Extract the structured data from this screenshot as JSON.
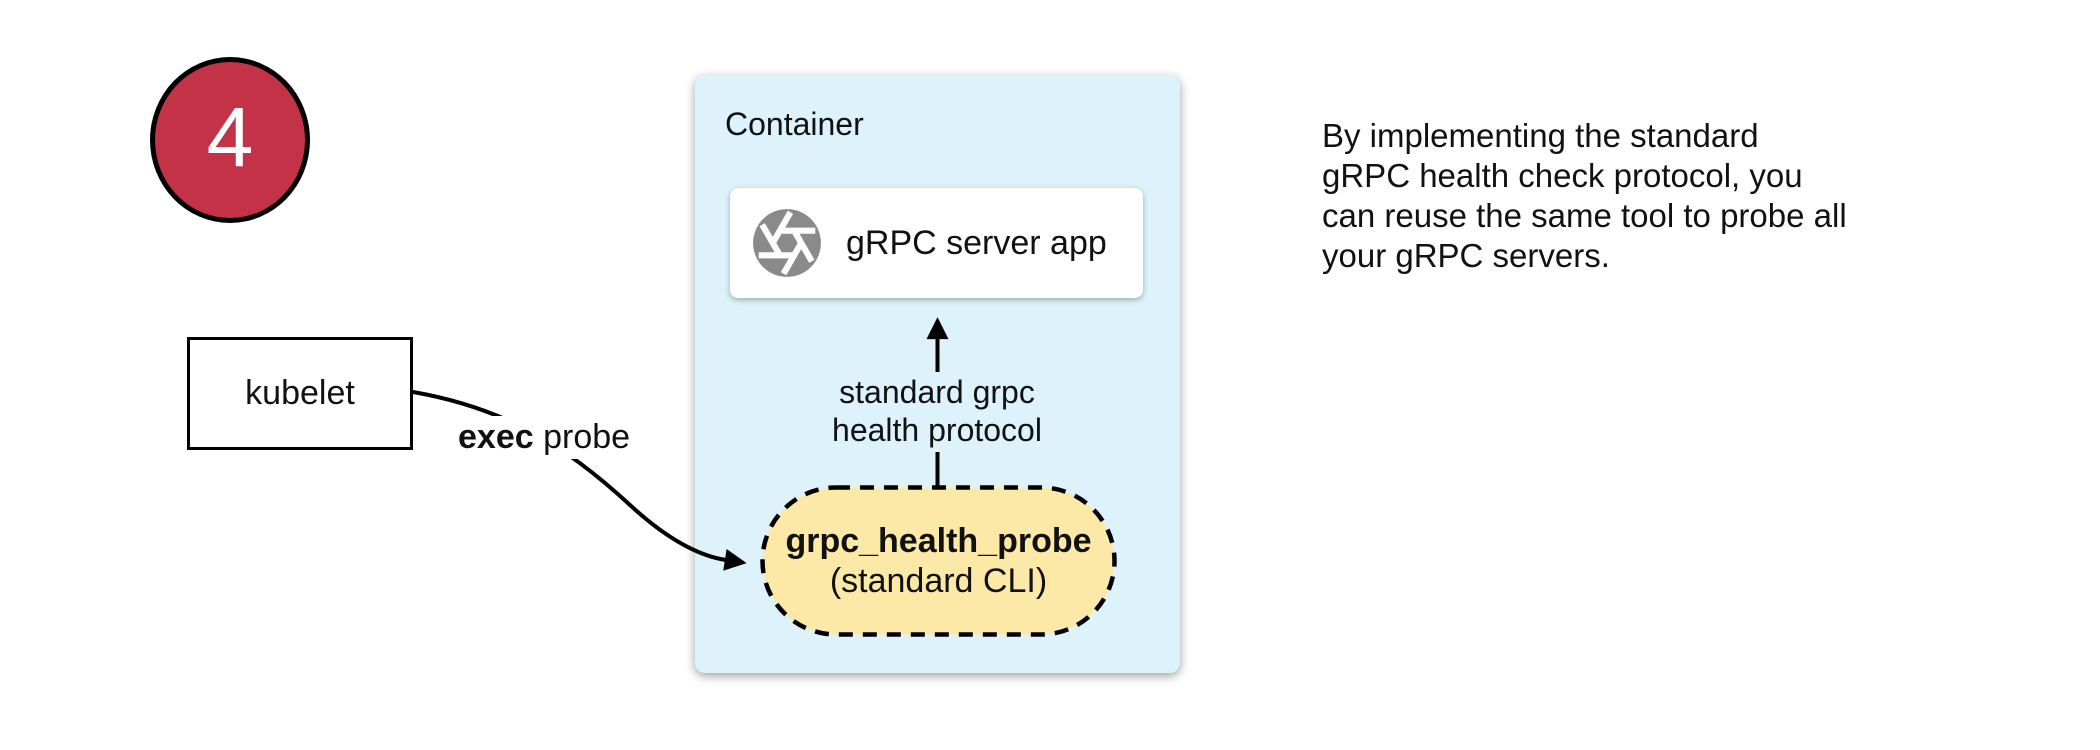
{
  "badge": {
    "number": "4"
  },
  "kubelet": {
    "label": "kubelet"
  },
  "container": {
    "label": "Container",
    "server_app": {
      "label": "gRPC server app",
      "icon": "grpc-aperture-icon"
    },
    "probe": {
      "title": "grpc_health_probe",
      "subtitle": "(standard CLI)"
    }
  },
  "arrows": {
    "exec_probe": {
      "bold": "exec",
      "rest": " probe"
    },
    "health_protocol": {
      "label": "standard grpc\nhealth protocol"
    }
  },
  "note": {
    "text": "By implementing the standard\ngRPC health check protocol, you\ncan reuse the same tool to probe all\nyour gRPC servers."
  },
  "colors": {
    "badge_red": "#C33247",
    "container_blue": "#DEF2FC",
    "probe_yellow": "#FCE9A7",
    "icon_gray": "#8A8A8A",
    "stroke_black": "#000000"
  }
}
